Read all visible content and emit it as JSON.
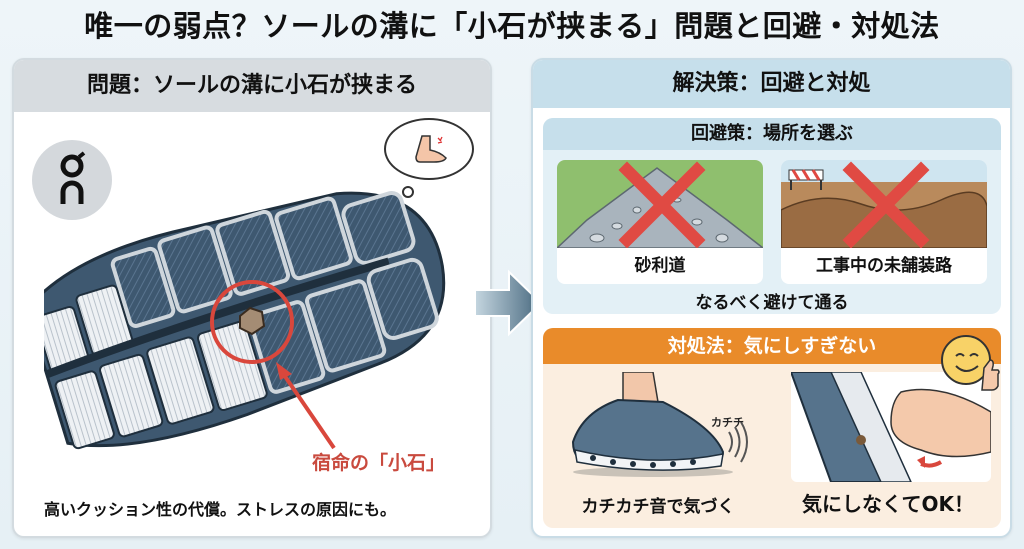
{
  "title": "唯一の弱点？ソールの溝に「小石が挟まる」問題と回避・対処法",
  "problem": {
    "header": "問題：ソールの溝に小石が挟まる",
    "logo_text": "on",
    "callout_label": "宿命の「小石」",
    "caption": "高いクッション性の代償。ストレスの原因にも。",
    "icons": [
      "on-logo-icon",
      "thought-bubble-icon",
      "foot-icon",
      "shoe-sole-icon",
      "pebble-icon",
      "red-circle-highlight",
      "red-arrow-icon"
    ]
  },
  "arrow": {
    "icon": "right-arrow-icon",
    "color": "#5a7f94"
  },
  "solution": {
    "header": "解決策：回避と対処",
    "avoid": {
      "header": "回避策：場所を選ぶ",
      "places": [
        {
          "label": "砂利道",
          "icon": "gravel-road-icon",
          "mark": "x-mark"
        },
        {
          "label": "工事中の未舗装路",
          "icon": "construction-dirt-road-icon",
          "mark": "x-mark"
        }
      ],
      "note": "なるべく避けて通る"
    },
    "cope": {
      "header": "対処法：気にしすぎない",
      "items": [
        {
          "label": "カチカチ音で気づく",
          "icon": "running-shoe-icon",
          "sound_text": "カチチ"
        },
        {
          "label": "気にしなくてOK！",
          "icon": "hand-removing-pebble-icon"
        }
      ],
      "badge_icon": "smiley-thumbs-up-icon"
    }
  },
  "colors": {
    "background": "#eef5f9",
    "problem_header": "#d7dce0",
    "solution_header": "#c6dfeb",
    "cope_header": "#e98b2a",
    "cope_bg": "#fbeee0",
    "accent_red": "#d9473c",
    "sole_navy": "#3e5870"
  }
}
